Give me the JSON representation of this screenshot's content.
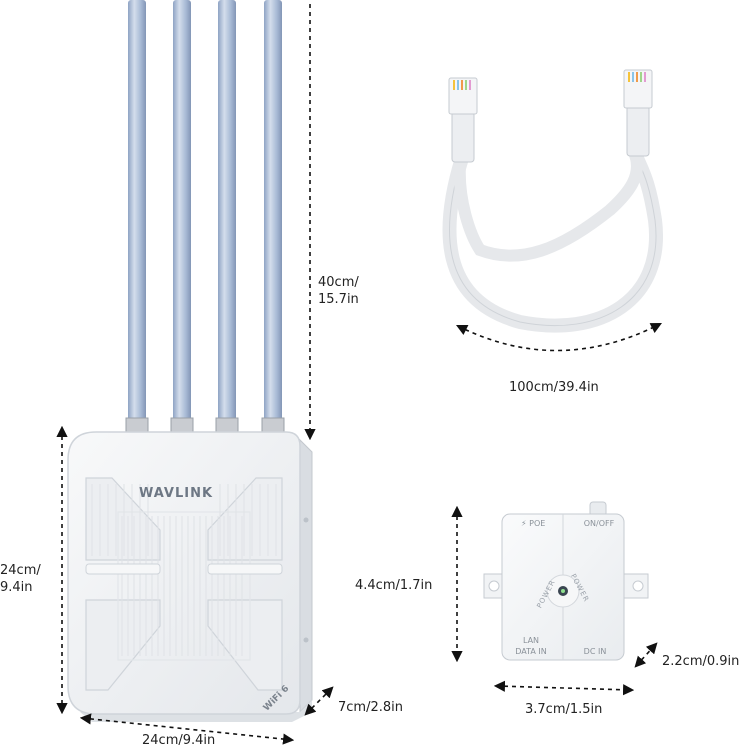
{
  "router": {
    "brand": "WAVLINK",
    "badge": "WiFi 6"
  },
  "poe_injector": {
    "poe_label": "POE",
    "onoff_label": "ON/OFF",
    "power_ring_left": "POWER",
    "power_ring_right": "POWER",
    "lan_label_line1": "LAN",
    "lan_label_line2": "DATA IN",
    "dcin_label": "DC IN"
  },
  "dimensions": {
    "antenna_height_line1": "40cm/",
    "antenna_height_line2": "15.7in",
    "router_height_line1": "24cm/",
    "router_height_line2": "9.4in",
    "router_width": "24cm/9.4in",
    "router_depth": "7cm/2.8in",
    "cable_length": "100cm/39.4in",
    "injector_height": "4.4cm/1.7in",
    "injector_width": "3.7cm/1.5in",
    "injector_depth": "2.2cm/0.9in"
  },
  "colors": {
    "antenna": "#a9bbd6",
    "antenna_highlight": "#d4deec",
    "body": "#f1f2f4",
    "body_edge": "#d7dbe0",
    "brand": "#6d7784",
    "dimension_line": "#111111"
  }
}
